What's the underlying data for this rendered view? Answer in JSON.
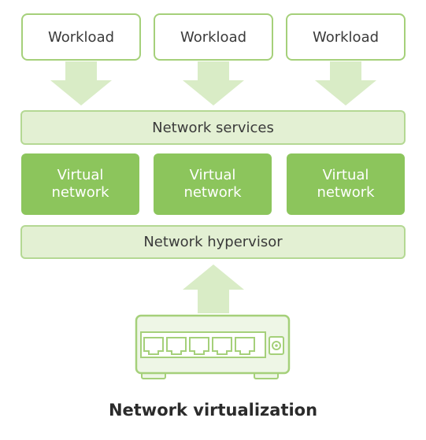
{
  "workloads": [
    "Workload",
    "Workload",
    "Workload"
  ],
  "network_services": "Network services",
  "virtual_networks": [
    "Virtual\nnetwork",
    "Virtual\nnetwork",
    "Virtual\nnetwork"
  ],
  "network_hypervisor": "Network hypervisor",
  "caption": "Network virtualization",
  "icons": {
    "down_arrows": "down-arrow-icon",
    "up_arrow": "up-arrow-icon",
    "hardware": "network-switch-icon"
  },
  "colors": {
    "border_green": "#a5d07a",
    "light_green_fill": "#e3f0d3",
    "virtual_network_fill": "#8cc55c",
    "arrow_fill": "#d9ecc6"
  }
}
